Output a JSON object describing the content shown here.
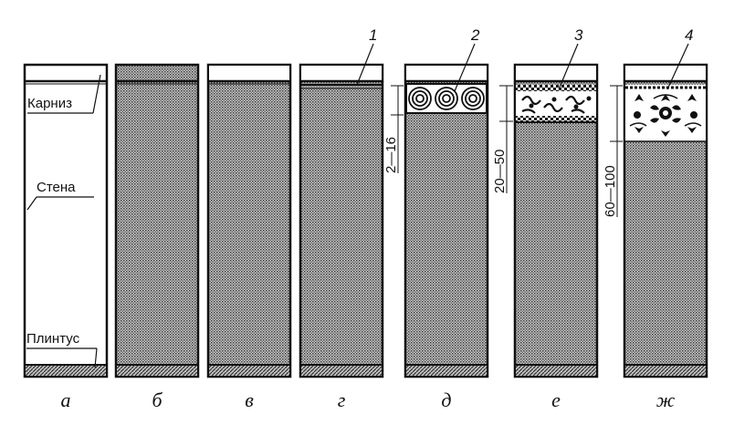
{
  "labels": {
    "cornice": "Карниз",
    "wall": "Стена",
    "plinth": "Плинтус"
  },
  "markers": [
    "1",
    "2",
    "3",
    "4"
  ],
  "dimensions": [
    "2—16",
    "20—50",
    "60—100"
  ],
  "captions": [
    "а",
    "б",
    "в",
    "г",
    "д",
    "е",
    "ж"
  ]
}
